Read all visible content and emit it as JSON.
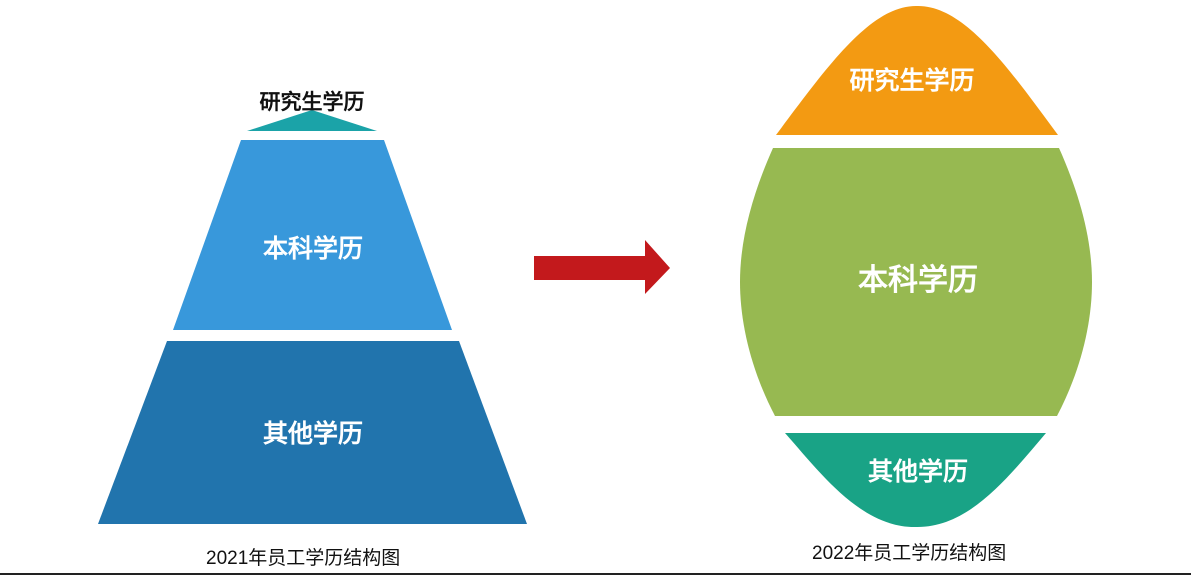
{
  "left_diagram": {
    "layers": [
      {
        "label": "研究生学历",
        "color": "#1ba3a8",
        "text_color": "#111111"
      },
      {
        "label": "本科学历",
        "color": "#3898db",
        "text_color": "#ffffff"
      },
      {
        "label": "其他学历",
        "color": "#2174ad",
        "text_color": "#ffffff"
      }
    ],
    "caption": "2021年员工学历结构图"
  },
  "arrow": {
    "color": "#c3191c",
    "icon": "right-arrow-icon"
  },
  "right_diagram": {
    "layers": [
      {
        "label": "研究生学历",
        "color": "#f39a12",
        "text_color": "#ffffff"
      },
      {
        "label": "本科学历",
        "color": "#97b951",
        "text_color": "#ffffff"
      },
      {
        "label": "其他学历",
        "color": "#19a386",
        "text_color": "#ffffff"
      }
    ],
    "caption": "2022年员工学历结构图"
  }
}
